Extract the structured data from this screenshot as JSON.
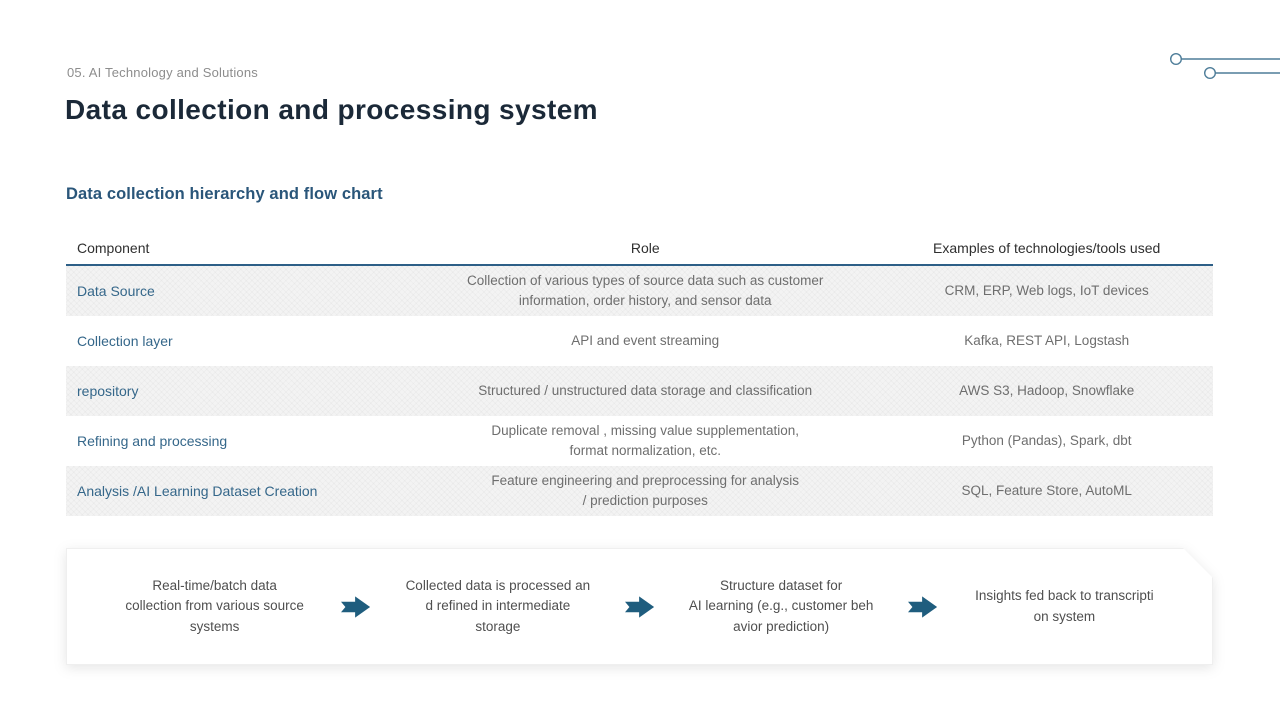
{
  "slide": {
    "eyebrow": "05. AI Technology and Solutions",
    "title": "Data collection and processing system",
    "section_heading": "Data collection hierarchy and flow chart"
  },
  "table": {
    "headers": [
      "Component",
      "Role",
      "Examples of technologies/tools used"
    ],
    "rows": [
      {
        "component": "Data Source",
        "role_lines": [
          "Collection of various types of source data such as customer",
          "information, order history, and sensor data"
        ],
        "examples": "CRM, ERP, Web logs, IoT devices"
      },
      {
        "component": "Collection layer",
        "role_lines": [
          "API and event streaming"
        ],
        "examples": "Kafka, REST API, Logstash"
      },
      {
        "component": "repository",
        "role_lines": [
          "Structured / unstructured data storage and classification"
        ],
        "examples": "AWS S3, Hadoop, Snowflake"
      },
      {
        "component": "Refining and processing",
        "role_lines": [
          "Duplicate removal , missing value supplementation,",
          "format normalization, etc."
        ],
        "examples": "Python (Pandas), Spark, dbt"
      },
      {
        "component": "Analysis /AI Learning Dataset Creation",
        "role_lines": [
          "Feature engineering and preprocessing for analysis",
          "/ prediction purposes"
        ],
        "examples": "SQL, Feature Store, AutoML"
      }
    ]
  },
  "flow": {
    "steps": [
      {
        "lines": [
          "Real-time/batch data",
          "collection from various source",
          "systems"
        ]
      },
      {
        "lines": [
          "Collected data is processed an",
          "d refined in intermediate",
          "storage"
        ]
      },
      {
        "lines": [
          "Structure dataset for",
          "AI learning (e.g., customer beh",
          "avior prediction)"
        ]
      },
      {
        "lines": [
          "Insights fed back to transcripti",
          "on system"
        ]
      }
    ]
  },
  "colors": {
    "title_navy": "#1b2938",
    "accent_steel_blue": "#2a567a",
    "component_link_blue": "#35678a",
    "arrow_teal": "#1f5d7e",
    "header_rule": "#2d5f87",
    "body_gray": "#6e6e6e",
    "shaded_row": "#f3f3f3"
  }
}
